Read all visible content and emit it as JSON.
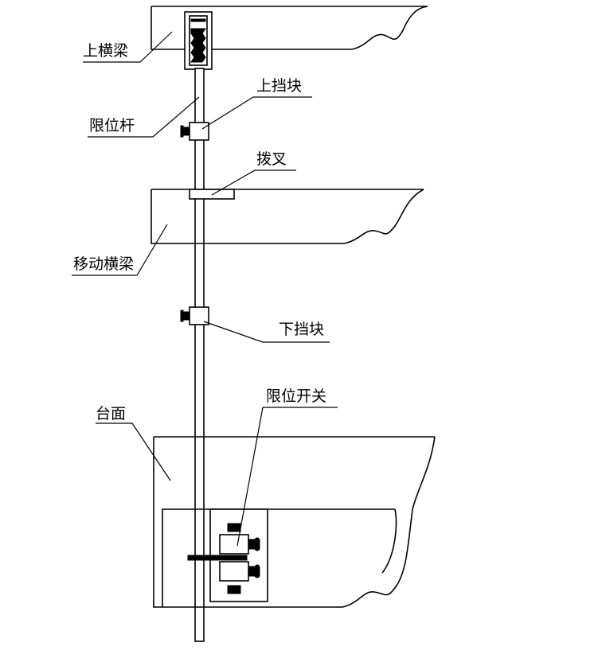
{
  "labels": {
    "upper_beam": "上横梁",
    "limit_rod": "限位杆",
    "upper_stop": "上挡块",
    "fork": "拨叉",
    "moving_beam": "移动横梁",
    "lower_stop": "下挡块",
    "limit_switch": "限位开关",
    "table": "台面"
  }
}
